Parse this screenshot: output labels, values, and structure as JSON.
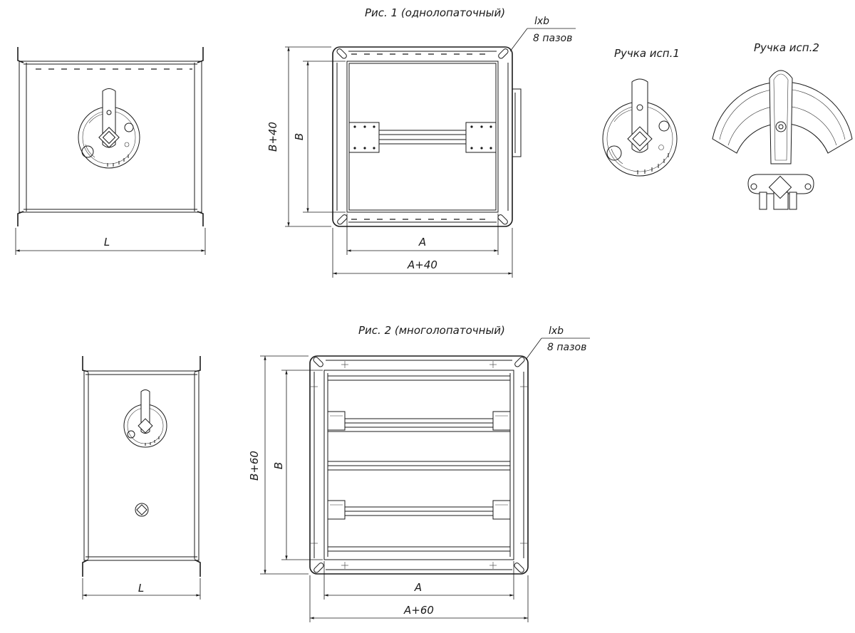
{
  "fig1": {
    "caption": "Рис. 1 (однолопаточный)",
    "slot_label_line1": "lxb",
    "slot_label_line2": "8 пазов",
    "dim_L": "L",
    "dim_B40": "B+40",
    "dim_B": "B",
    "dim_A": "A",
    "dim_A40": "A+40"
  },
  "handles": {
    "handle1_caption": "Ручка исп.1",
    "handle2_caption": "Ручка исп.2"
  },
  "fig2": {
    "caption": "Рис. 2 (многолопаточный)",
    "slot_label_line1": "lxb",
    "slot_label_line2": "8 пазов",
    "dim_L": "L",
    "dim_B60": "B+60",
    "dim_B": "B",
    "dim_A": "A",
    "dim_A60": "A+60"
  }
}
